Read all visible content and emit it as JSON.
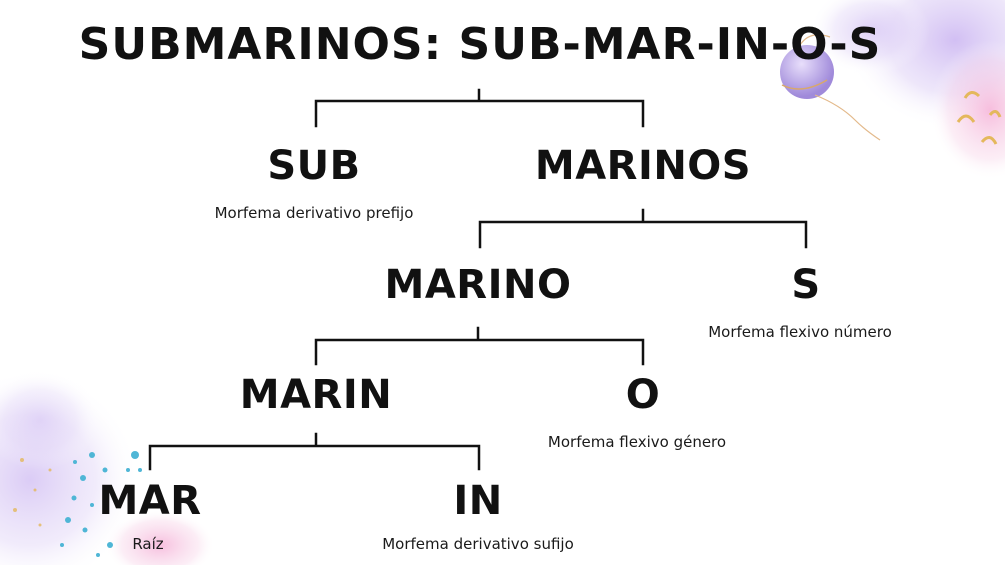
{
  "title": "SUBMARINOS: SUB-MAR-IN-O-S",
  "nodes": {
    "sub": {
      "word": "SUB",
      "caption": "Morfema derivativo prefijo"
    },
    "marinos": {
      "word": "MARINOS",
      "caption": ""
    },
    "marino": {
      "word": "MARINO",
      "caption": ""
    },
    "s": {
      "word": "S",
      "caption": "Morfema flexivo número"
    },
    "marin": {
      "word": "MARIN",
      "caption": ""
    },
    "o": {
      "word": "O",
      "caption": "Morfema flexivo género"
    },
    "mar": {
      "word": "MAR",
      "caption": "Raíz"
    },
    "in": {
      "word": "IN",
      "caption": "Morfema derivativo sufijo"
    }
  },
  "colors": {
    "text": "#111111",
    "line": "#111111",
    "watercolor_lavender": "#c9b6ef",
    "watercolor_pink": "#f4b6d8",
    "dots_blue": "#4fb6d6",
    "dots_gold": "#e4b85c"
  },
  "decorations": [
    "watercolor-top-right",
    "ornament-ball-icon",
    "gold-swirl-icon",
    "watercolor-bottom-left",
    "blue-dots"
  ]
}
